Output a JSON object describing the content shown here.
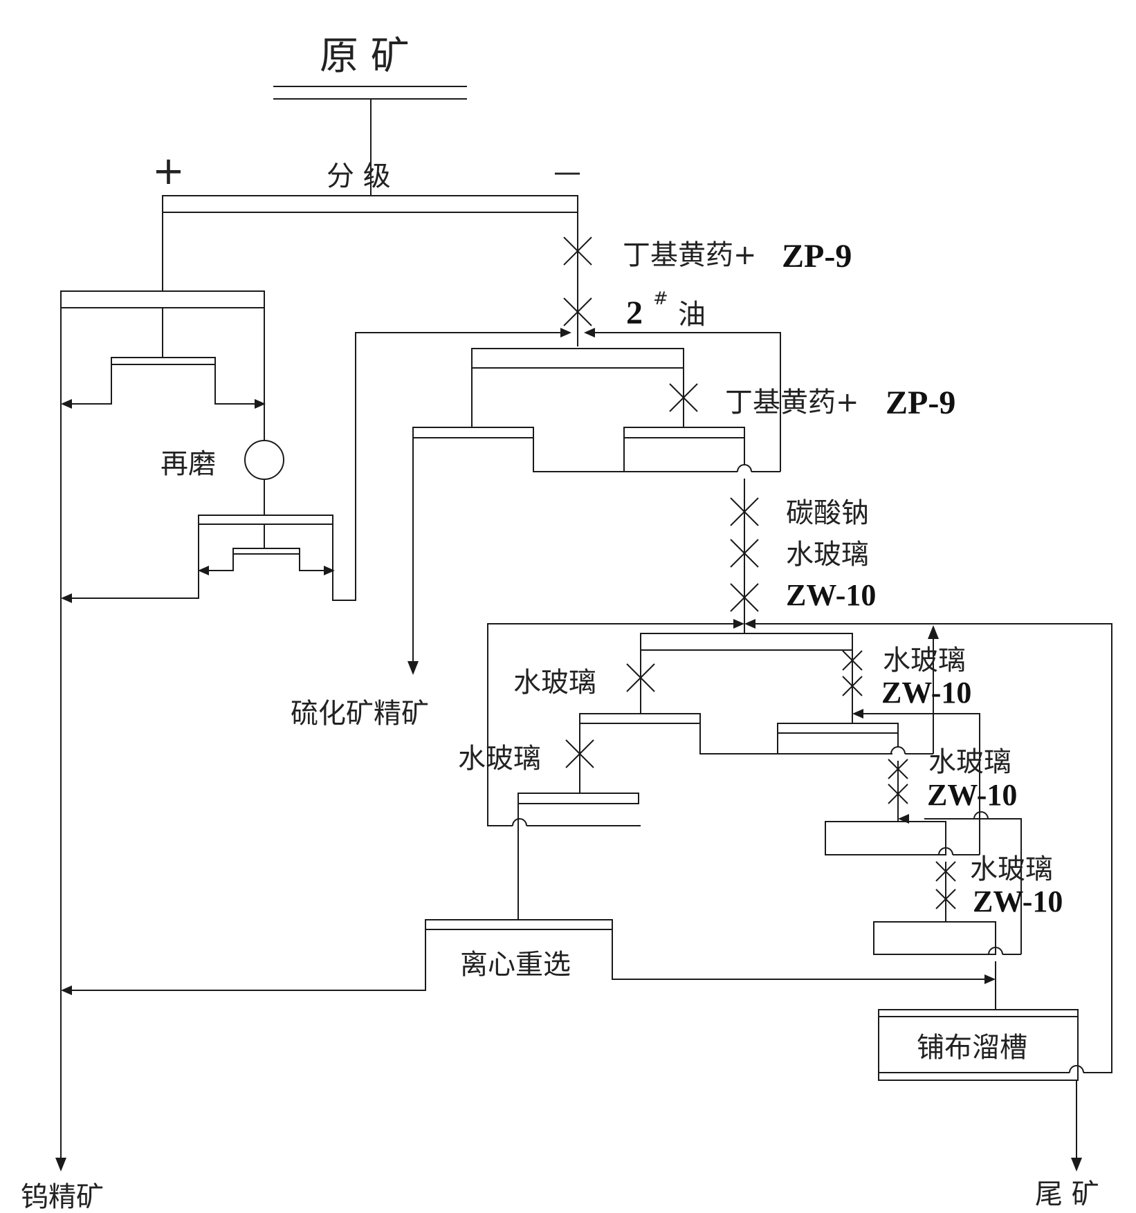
{
  "labels": {
    "raw_ore": "原 矿",
    "classification": "分 级",
    "plus": "+",
    "minus": "—",
    "regrind": "再磨",
    "reagent_butyl_xanthate_zp9": "丁基黄药+",
    "zp9": "ZP-9",
    "oil_number": "2",
    "oil_superscript": "#",
    "oil": "油",
    "sodium_carbonate": "碳酸钠",
    "water_glass": "水玻璃",
    "zw10": "ZW-10",
    "sulfide_concentrate": "硫化矿精矿",
    "centrifugal_gravity": "离心重选",
    "belt_sluice": "铺布溜槽",
    "tungsten_concentrate": "钨精矿",
    "tailings": "尾 矿"
  }
}
